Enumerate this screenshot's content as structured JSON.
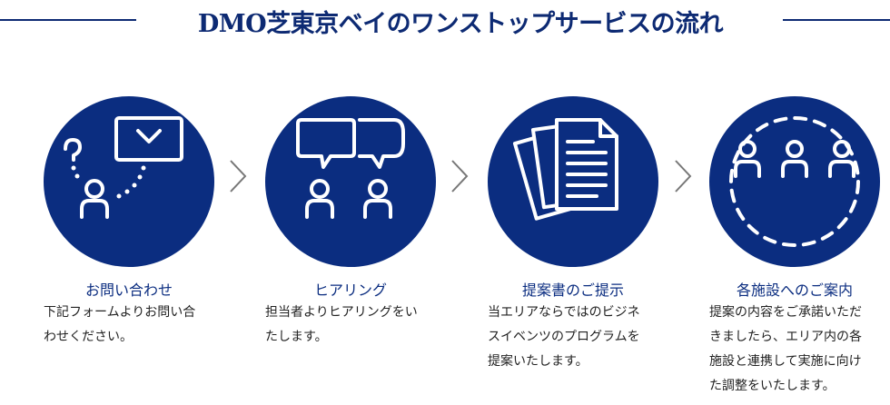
{
  "title": "DMO芝東京ベイのワンストップサービスの流れ",
  "colors": {
    "navy": "#0b2d80",
    "title": "#0d2a73",
    "chevron": "#777777"
  },
  "steps": [
    {
      "title": "お問い合わせ",
      "icon": "envelope-question-person-icon",
      "desc_lines": [
        "下記フォームよりお問い合",
        "わせください。"
      ]
    },
    {
      "title": "ヒアリング",
      "icon": "speech-bubbles-people-icon",
      "desc_lines": [
        "担当者よりヒアリングをい",
        "たします。"
      ]
    },
    {
      "title": "提案書のご提示",
      "icon": "documents-icon",
      "desc_lines": [
        "当エリアならではのビジネ",
        "スイベンツのプログラムを",
        "提案いたします。"
      ]
    },
    {
      "title": "各施設へのご案内",
      "icon": "group-circle-icon",
      "desc_lines": [
        "提案の内容をご承諾いただ",
        "きましたら、エリア内の各",
        "施設と連携して実施に向け",
        "た調整をいたします。"
      ]
    }
  ]
}
